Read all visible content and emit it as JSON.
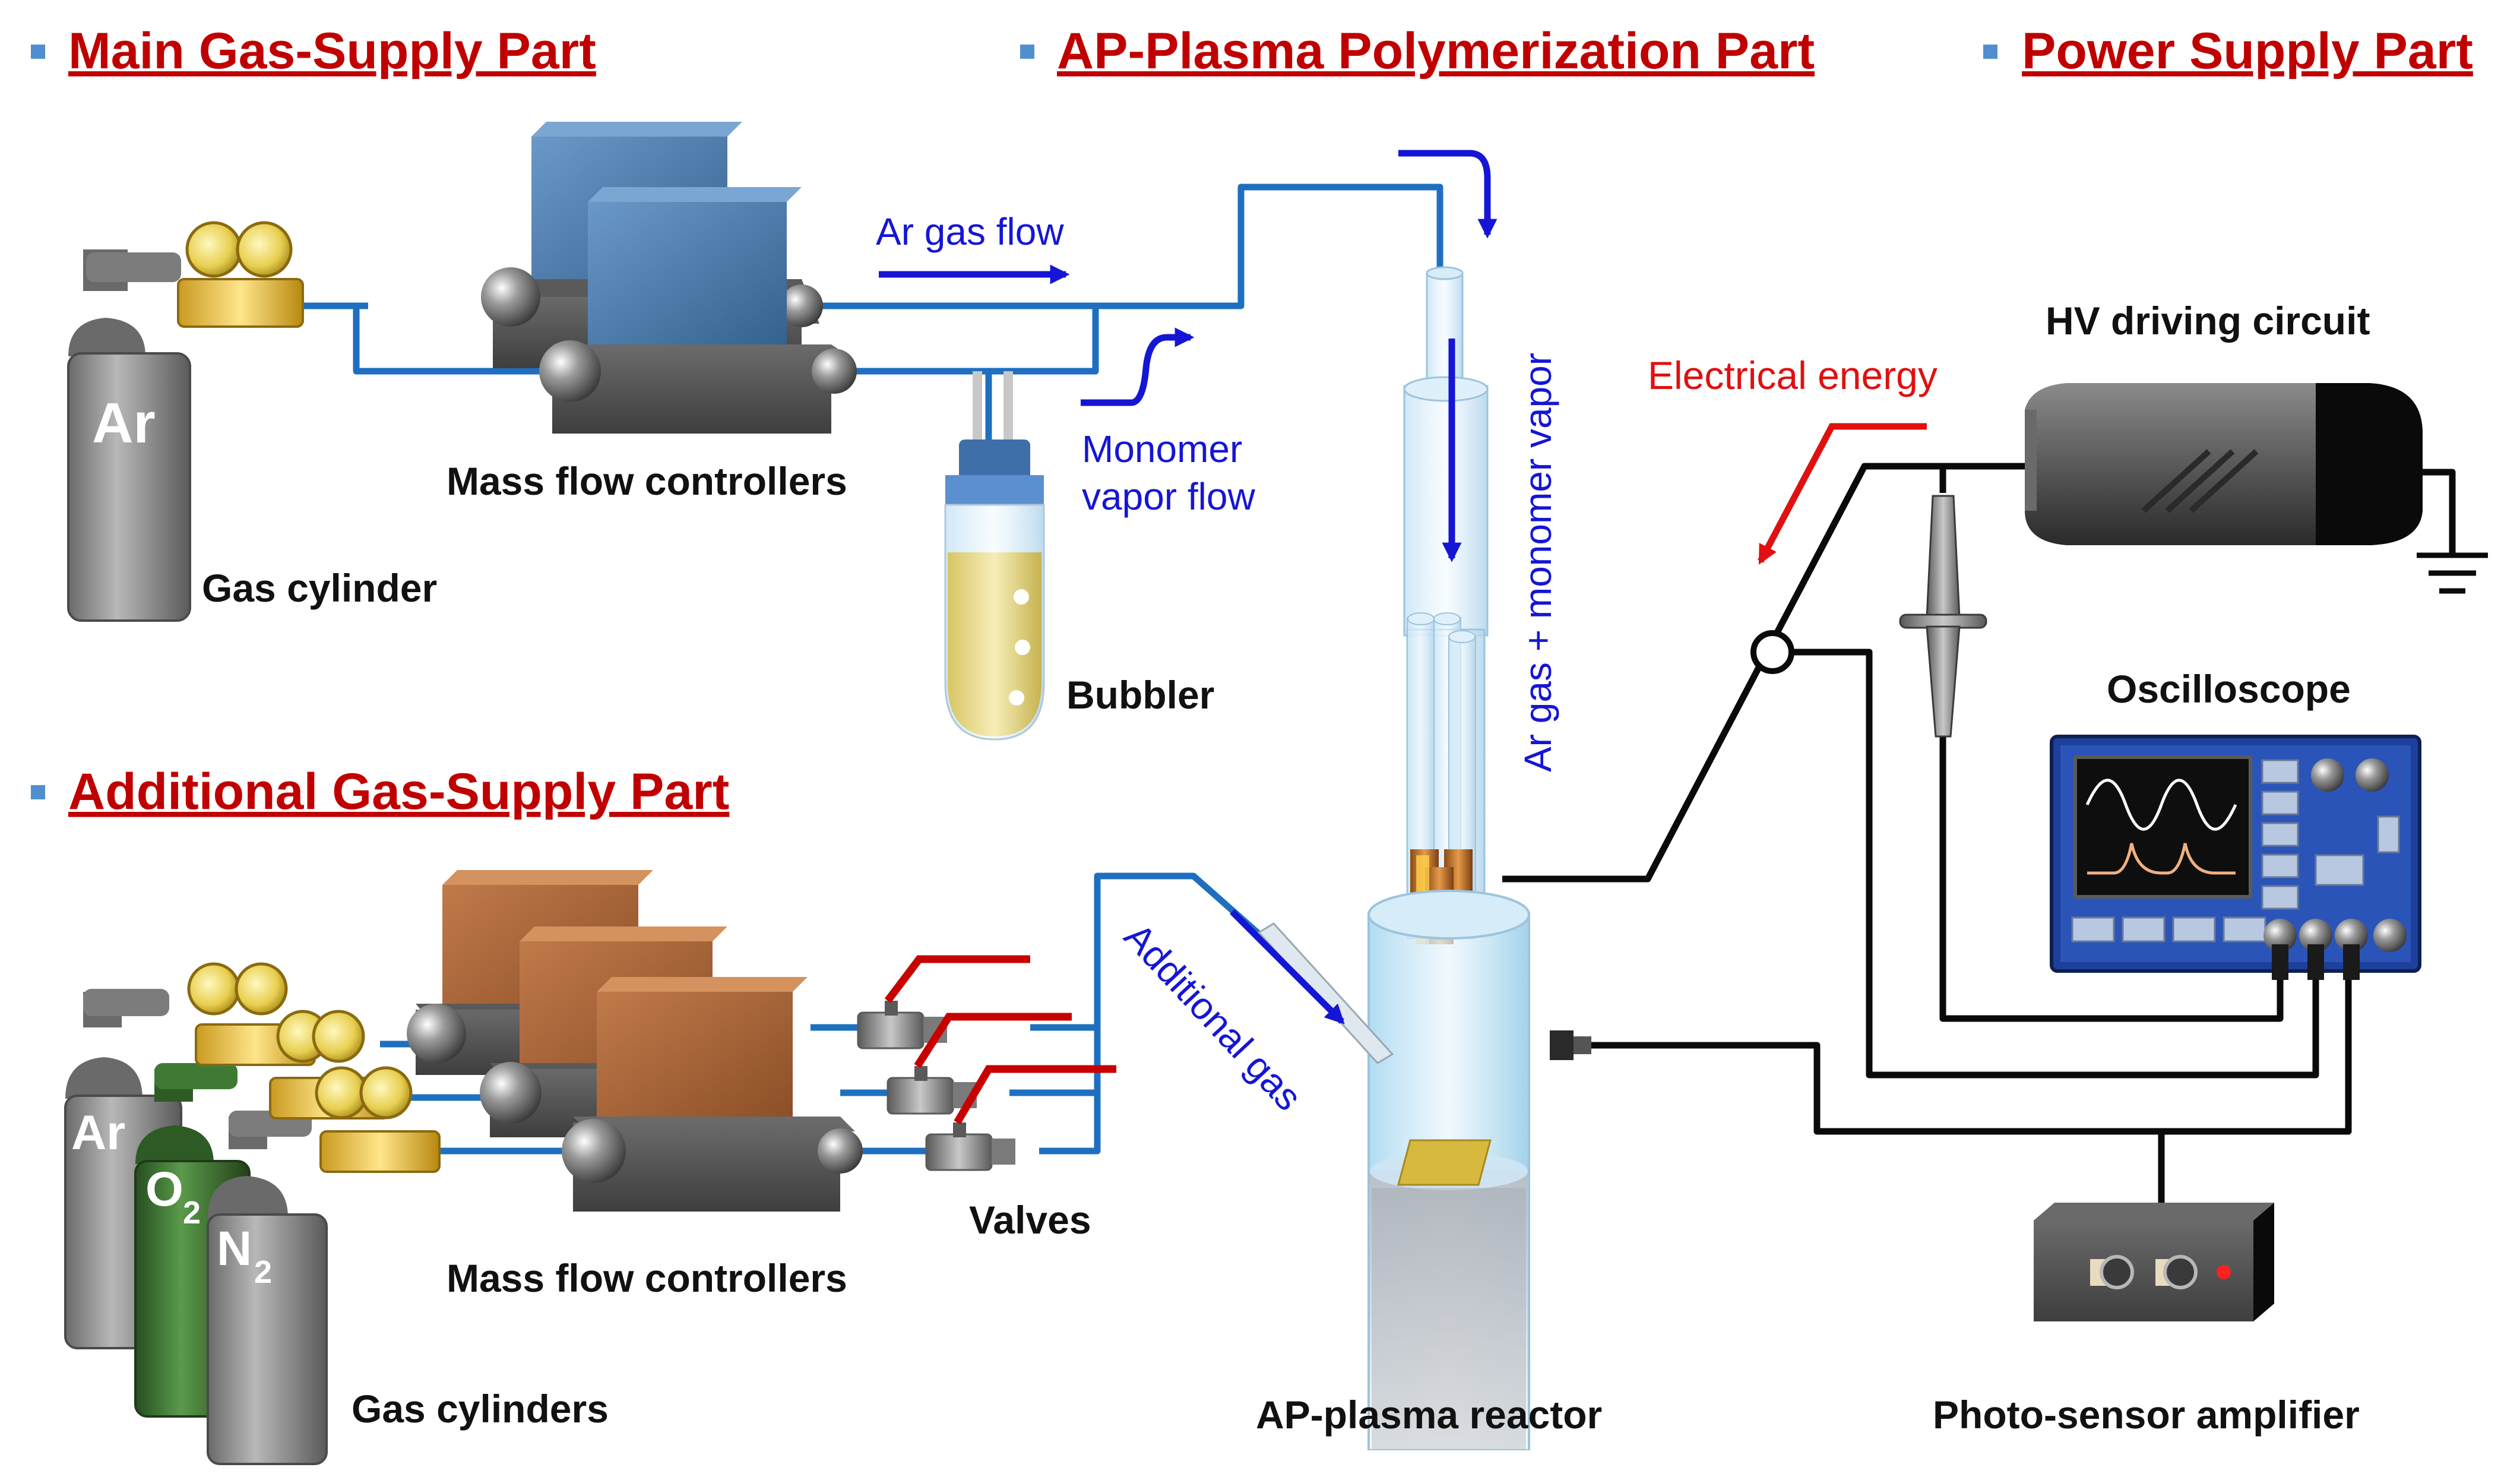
{
  "sections": {
    "main_gas": "Main Gas-Supply Part",
    "plasma": "AP-Plasma Polymerization Part",
    "power": "Power Supply Part",
    "additional_gas": "Additional Gas-Supply Part"
  },
  "labels": {
    "mfc_top": "Mass flow controllers",
    "gas_cylinder": "Gas cylinder",
    "bubbler": "Bubbler",
    "mfc_bottom": "Mass flow controllers",
    "gas_cylinders": "Gas cylinders",
    "valves": "Valves",
    "reactor": "AP-plasma  reactor",
    "hv_circuit": "HV driving circuit",
    "oscilloscope": "Oscilloscope",
    "photo_sensor": "Photo-sensor  amplifier"
  },
  "flows": {
    "ar_gas_flow": "Ar gas flow",
    "monomer_line1": "Monomer",
    "monomer_line2": "vapor flow",
    "vertical": "Ar gas + monomer vapor",
    "additional_gas": "Additional gas",
    "electrical_energy": "Electrical energy"
  },
  "cylinders": {
    "main_ar": "Ar",
    "add_ar": "Ar",
    "o2_main": "O",
    "o2_sub": "2",
    "n2_main": "N",
    "n2_sub": "2"
  },
  "colors": {
    "section_title": "#c00000",
    "gas_line": "#1f6fc0",
    "flow_arrow": "#1515d6",
    "energy_arrow": "#e01010",
    "mfc_top_box": "#4f7fb0",
    "mfc_bottom_box": "#a8633a",
    "o2_cylinder": "#3f7a34"
  }
}
